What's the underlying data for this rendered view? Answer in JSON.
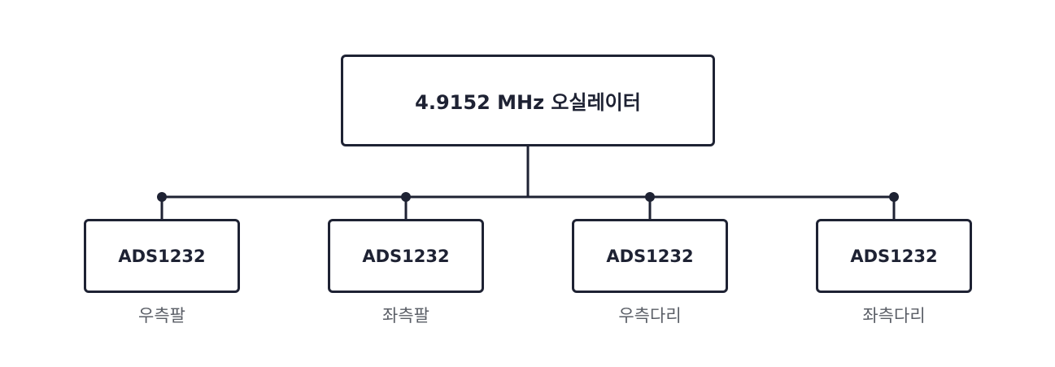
{
  "oscillator": {
    "label": "4.9152 MHz 오실레이터"
  },
  "adcs": [
    {
      "chip": "ADS1232",
      "caption": "우측팔"
    },
    {
      "chip": "ADS1232",
      "caption": "좌측팔"
    },
    {
      "chip": "ADS1232",
      "caption": "우측다리"
    },
    {
      "chip": "ADS1232",
      "caption": "좌측다리"
    }
  ],
  "colors": {
    "stroke": "#1e2233",
    "caption": "#5a5e66",
    "background": "#ffffff"
  }
}
